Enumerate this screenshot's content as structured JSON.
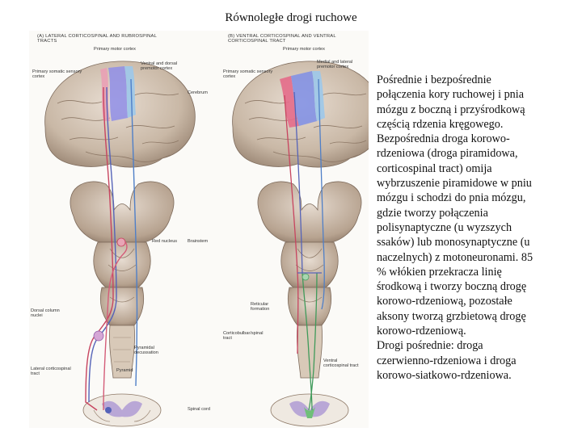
{
  "title": "Równoległe drogi ruchowe",
  "figure": {
    "panel_a_header": "(A) LATERAL CORTICOSPINAL AND RUBROSPINAL TRACTS",
    "panel_b_header": "(B) VENTRAL CORTICOSPINAL AND VENTRAL CORTICOSPINAL TRACT",
    "labels": {
      "primary_motor_a": "Primary motor cortex",
      "primary_somatic_a": "Primary somatic sensory cortex",
      "ventral_dorsal_a": "Ventral and dorsal premotor cortex",
      "primary_motor_b": "Primary motor cortex",
      "primary_somatic_b": "Primary somatic sensory cortex",
      "medial_lateral_b": "Medial and lateral premotor cortex",
      "cerebrum": "Cerebrum",
      "brainstem": "Brainstem",
      "red_nucleus": "Red nucleus",
      "dorsal_column_nuclei": "Dorsal column nuclei",
      "pyramidal_decussation": "Pyramidal decussation",
      "pyramid": "Pyramid",
      "lateral_cst": "Lateral corticospinal tract",
      "reticular_formation": "Reticular formation",
      "corticobulbar": "Corticobulbar/spinal tract",
      "ventral_cst": "Ventral corticospinal tract",
      "spinal_cord": "Spinal cord"
    }
  },
  "body_lines": [
    "Pośrednie i bezpośrednie",
    "połączenia kory ruchowej i pnia",
    "mózgu z boczną i przyśrodkową",
    "częścią rdzenia kręgowego.",
    "Bezpośrednia droga korowo-",
    "rdzeniowa (droga piramidowa,",
    "corticospinal tract) omija",
    "wybrzuszenie piramidowe w pniu",
    "mózgu i schodzi do pnia mózgu,",
    "gdzie tworzy połączenia",
    "polisynaptyczne (u wyzszych",
    "ssaków) lub monosynaptyczne (u",
    "naczelnych) z motoneuronami. 85",
    "% włókien przekracza linię",
    "środkową i tworzy boczną drogę",
    "korowo-rdzeniową, pozostałe",
    "aksony tworzą grzbietową drogę",
    "korowo-rdzeniową.",
    "Drogi pośrednie: droga",
    "czerwienno-rdzeniowa i droga",
    "korowo-siatkowo-rdzeniowa."
  ]
}
